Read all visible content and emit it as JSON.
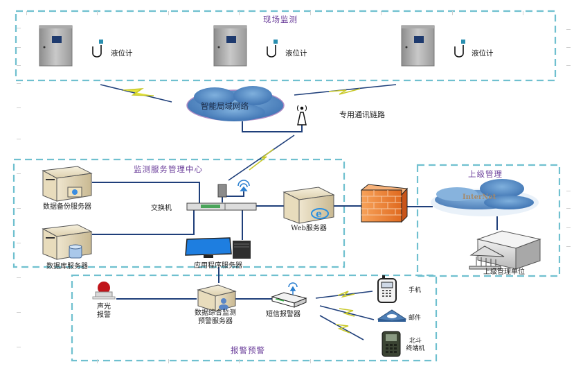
{
  "groups": {
    "field_monitoring": {
      "title": "现场监测"
    },
    "monitoring_center": {
      "title": "监测服务管理中心"
    },
    "superior_management": {
      "title": "上级管理"
    },
    "alarm_warning": {
      "title": "报警预警"
    }
  },
  "field_devices": [
    {
      "label": "液位计"
    },
    {
      "label": "液位计"
    },
    {
      "label": "液位计"
    }
  ],
  "network": {
    "lan_label": "智能局域网络",
    "dedicated_link_label": "专用通讯链路",
    "internet_label": "InterNet"
  },
  "center": {
    "backup_server": "数据备份服务器",
    "db_server": "数据库服务器",
    "switch": "交换机",
    "web_server": "Web服务器",
    "app_server": "应用程序服务器"
  },
  "superior": {
    "unit": "上级管理单位"
  },
  "alarm": {
    "siren_line1": "声光",
    "siren_line2": "报警",
    "warning_server_line1": "数据综合监测",
    "warning_server_line2": "预警服务器",
    "sms_alarm": "短信报警器",
    "mobile": "手机",
    "email": "邮件",
    "beidou_line1": "北斗",
    "beidou_line2": "终端机"
  },
  "colors": {
    "dashed_border": "#6fc0cf",
    "group_title": "#6a3d9a",
    "link_line": "#1f3f7a",
    "lightning": "#e4e43a",
    "firewall": "#f08a3c",
    "cloud": "#5b8fc7"
  }
}
